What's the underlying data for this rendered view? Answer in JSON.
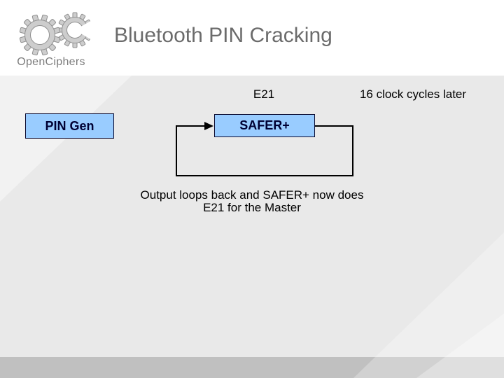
{
  "logo": {
    "text": "OpenCiphers"
  },
  "title": "Bluetooth PIN Cracking",
  "diagram": {
    "pin_gen_label": "PIN Gen",
    "safer_label": "SAFER+",
    "e21_label": "E21",
    "clock_label": "16 clock cycles later",
    "caption_line1": "Output loops back and SAFER+ now does",
    "caption_line2": "E21 for the Master"
  },
  "colors": {
    "header_bg": "#FFFFFF",
    "body_bg": "#E9E9E9",
    "band_bg": "#C0C0C0",
    "title_color": "#6B6B6B",
    "box_fill": "#99CCFF",
    "box_border": "#0A0A30",
    "box_text": "#000033",
    "line_color": "#000000",
    "label_text": "#000000",
    "logo_text_color": "#7C7C7C",
    "gear_fill": "#CDCDCD",
    "gear_stroke": "#8F8F8F"
  }
}
